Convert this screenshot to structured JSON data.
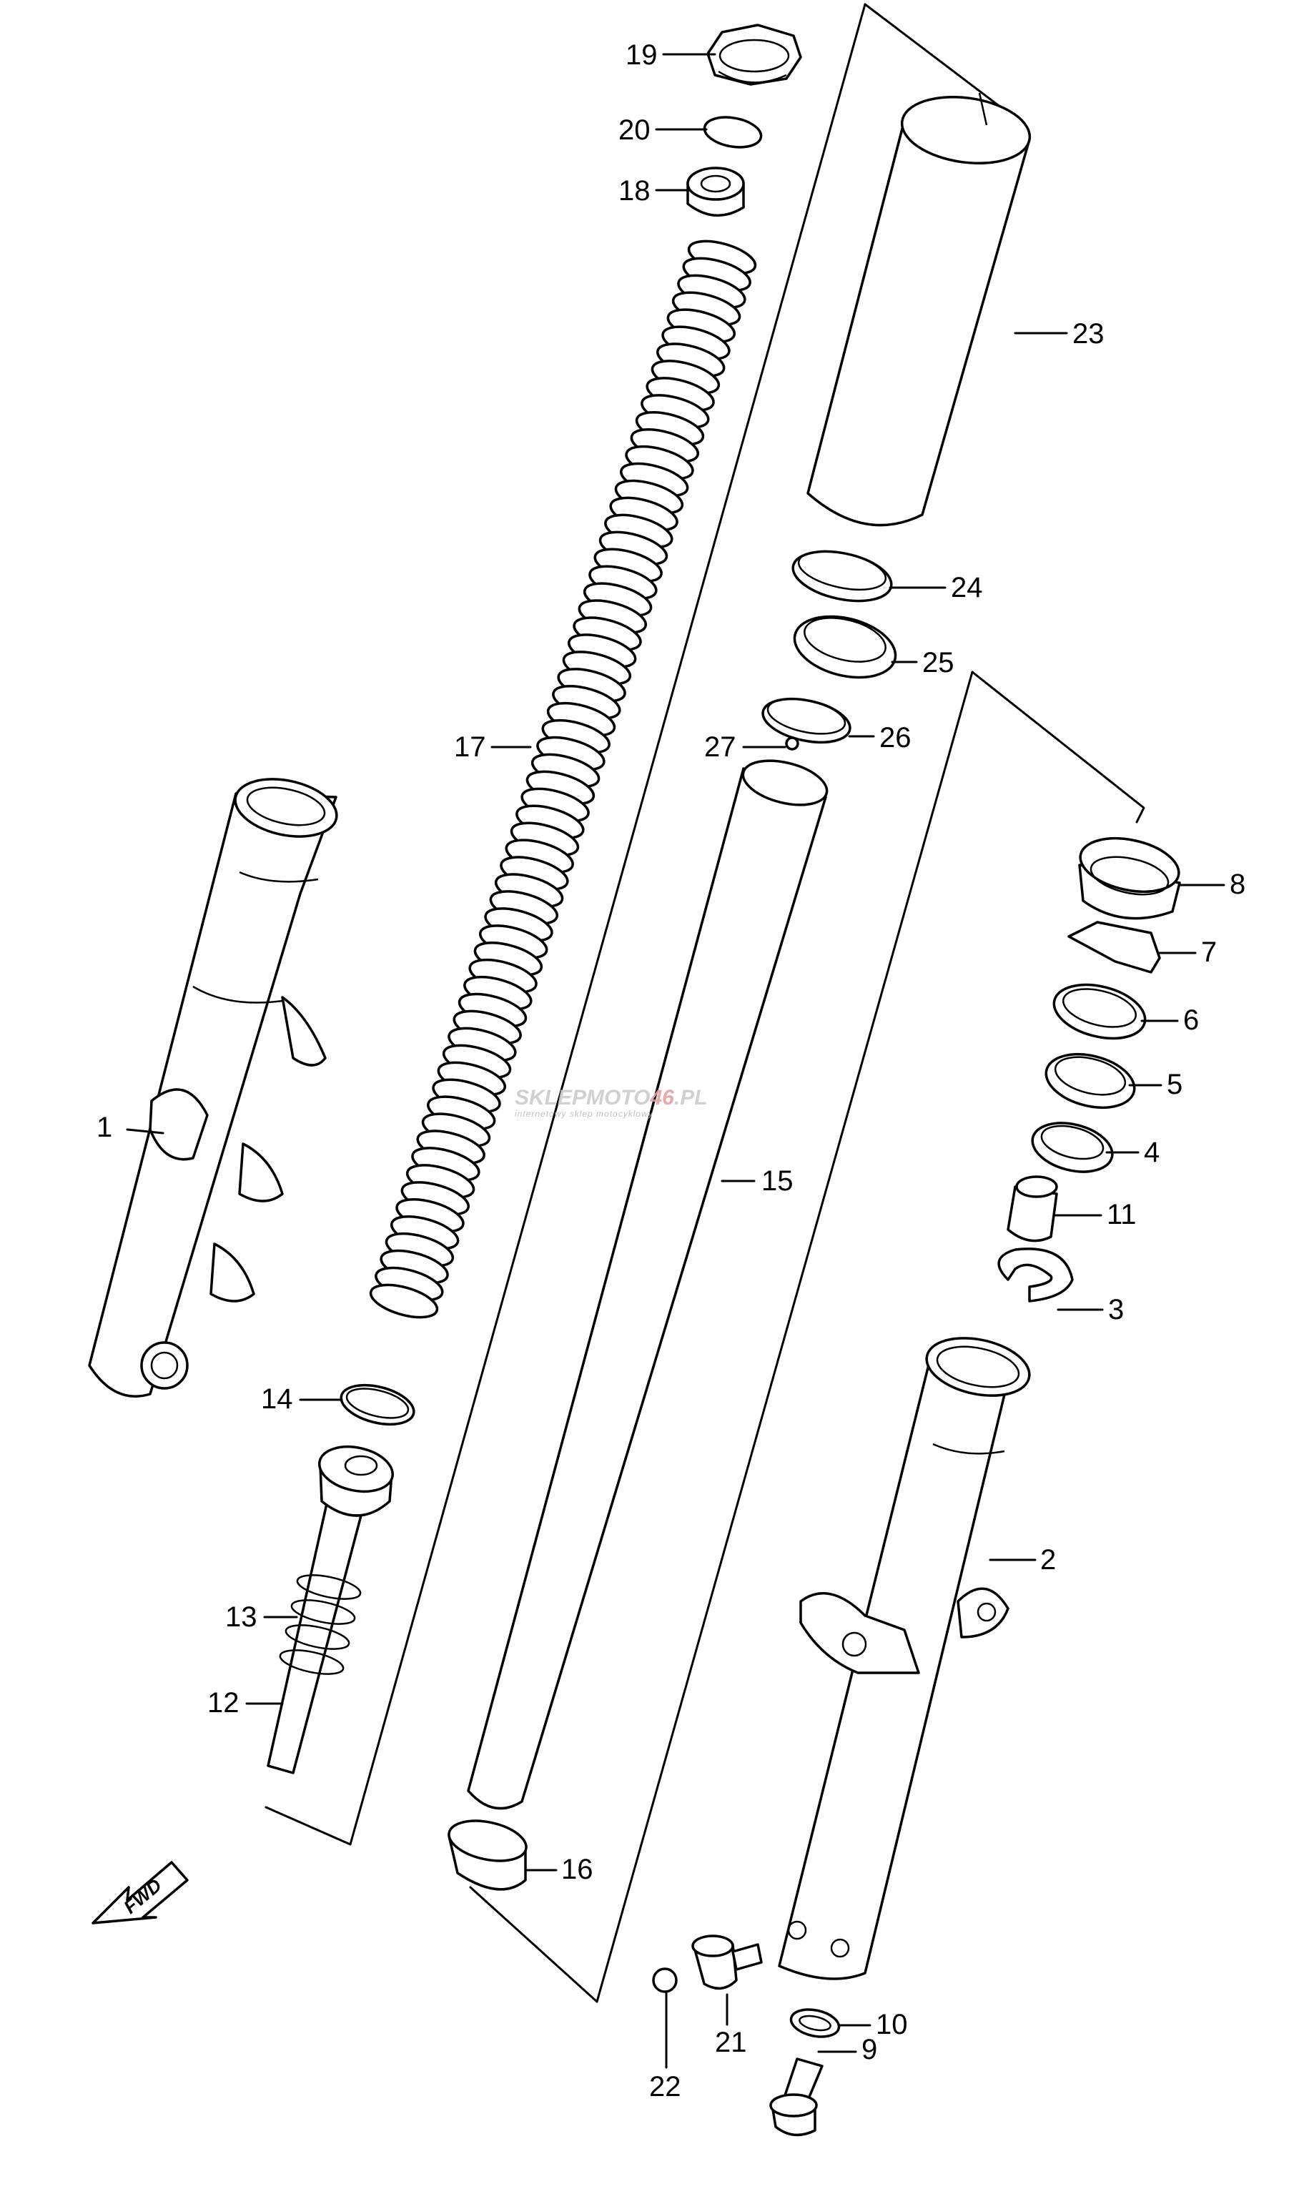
{
  "diagram": {
    "callouts": [
      "1",
      "2",
      "3",
      "4",
      "5",
      "6",
      "7",
      "8",
      "9",
      "10",
      "11",
      "12",
      "13",
      "14",
      "15",
      "16",
      "17",
      "18",
      "19",
      "20",
      "21",
      "22",
      "23",
      "24",
      "25",
      "26",
      "27"
    ],
    "watermark": {
      "brand_a": "SKLEP",
      "brand_b": "MOTO",
      "brand_c": "46",
      "brand_d": ".PL",
      "tagline": "internetowy sklep motocyklowy"
    },
    "direction_badge": "FWD"
  },
  "colors": {
    "line": "#000000",
    "background": "#ffffff",
    "watermark_grey": "#bbbbbb",
    "watermark_red": "#e8a0a0"
  }
}
